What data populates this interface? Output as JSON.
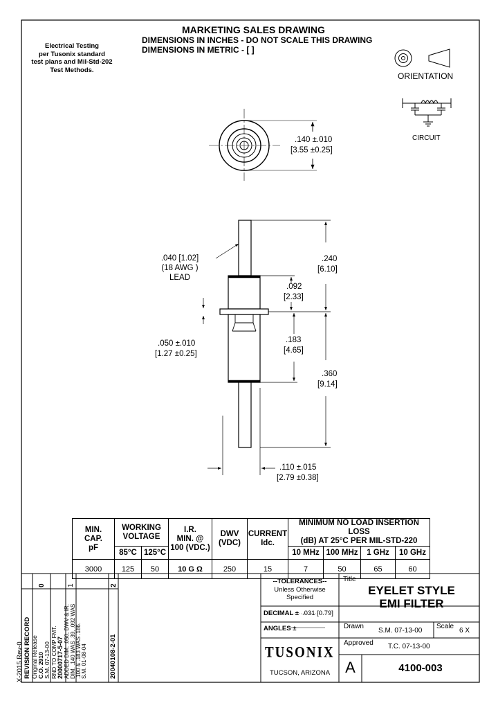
{
  "header": {
    "title": "MARKETING SALES DRAWING",
    "line2": "DIMENSIONS IN INCHES - DO NOT SCALE THIS DRAWING",
    "line3": "DIMENSIONS IN METRIC - [  ]"
  },
  "note": {
    "line1": "Electrical Testing",
    "line2": "per Tusonix standard",
    "line3": "test plans and Mil-Std-202",
    "line4": "Test Methods."
  },
  "orientation_label": "ORIENTATION",
  "circuit_label": "CIRCUIT",
  "dims": {
    "dia_in": ".140 ±.010",
    "dia_mm": "[3.55 ±0.25]",
    "lead_in": ".040 [1.02]",
    "lead_awg": "(18 AWG )",
    "lead_label": "LEAD",
    "top_in": ".240",
    "top_mm": "[6.10]",
    "flange_in": ".092",
    "flange_mm": "[2.33]",
    "body_in": ".183",
    "body_mm": "[4.65]",
    "total_in": ".360",
    "total_mm": "[9.14]",
    "thick_in": ".050 ±.010",
    "thick_mm": "[1.27 ±0.25]",
    "width_in": ".110 ±.015",
    "width_mm": "[2.79 ±0.38]"
  },
  "spec_table": {
    "col_min_cap": [
      "MIN.",
      "CAP.",
      "pF"
    ],
    "col_working_voltage": [
      "WORKING",
      "VOLTAGE"
    ],
    "col_ir": [
      "I.R.",
      "MIN. @",
      "100 (VDC.)"
    ],
    "col_dwv": [
      "DWV",
      "(VDC)"
    ],
    "col_current": [
      "CURRENT",
      "Idc."
    ],
    "col_insertion": [
      "MINIMUM NO LOAD INSERTION LOSS",
      "(dB)  AT 25°C PER MIL-STD-220"
    ],
    "sub_temps": [
      "85°C",
      "125°C"
    ],
    "sub_freqs": [
      "10 MHz",
      "100 MHz",
      "1 GHz",
      "10 GHz"
    ],
    "row": {
      "cap": "3000",
      "v85": "125",
      "v125": "50",
      "ir": "10 G Ω",
      "dwv": "250",
      "current": "15",
      "f10m": "7",
      "f100m": "50",
      "f1g": "65",
      "f10g": "60"
    }
  },
  "revision": {
    "form_code": "X-2015 Rev-0",
    "record_label": "REVISION RECORD",
    "rev0": {
      "num": "0",
      "l1": "Original Release",
      "l2": "C.O.     2910",
      "l3": "S.M. 07-13-00"
    },
    "rev1": {
      "num": "1",
      "l1": "RND TO COMP FMT.",
      "l2": "20000717-5-07",
      "l3": "ADDED DIM. .050, DWV & IR.",
      "l4": "DIM. .140 WAS .39, .092 WAS",
      "l5": ".100 & .183 WAS .186.",
      "l6": "S.M. 01-08-04"
    },
    "rev2": {
      "num": "2",
      "l1": "20040108-2-01"
    }
  },
  "tolerances": {
    "title": "--TOLERANCES--",
    "sub1": "Unless Otherwise",
    "sub2": "Specified",
    "decimal_label": "DECIMAL ±",
    "decimal_value": ".031 [0.79]",
    "angles_label": "ANGLES ±",
    "angles_value": "——",
    "logo": "TUSONIX",
    "location": "TUCSON, ARIZONA"
  },
  "title_block": {
    "title_label": "Title",
    "title_line1": "EYELET STYLE",
    "title_line2": "EMI FILTER",
    "drawn_label": "Drawn",
    "drawn_value": "S.M. 07-13-00",
    "scale_label": "Scale",
    "scale_value": "6 X",
    "approved_label": "Approved",
    "approved_value": "T.C. 07-13-00",
    "size": "A",
    "part_number": "4100-003"
  }
}
